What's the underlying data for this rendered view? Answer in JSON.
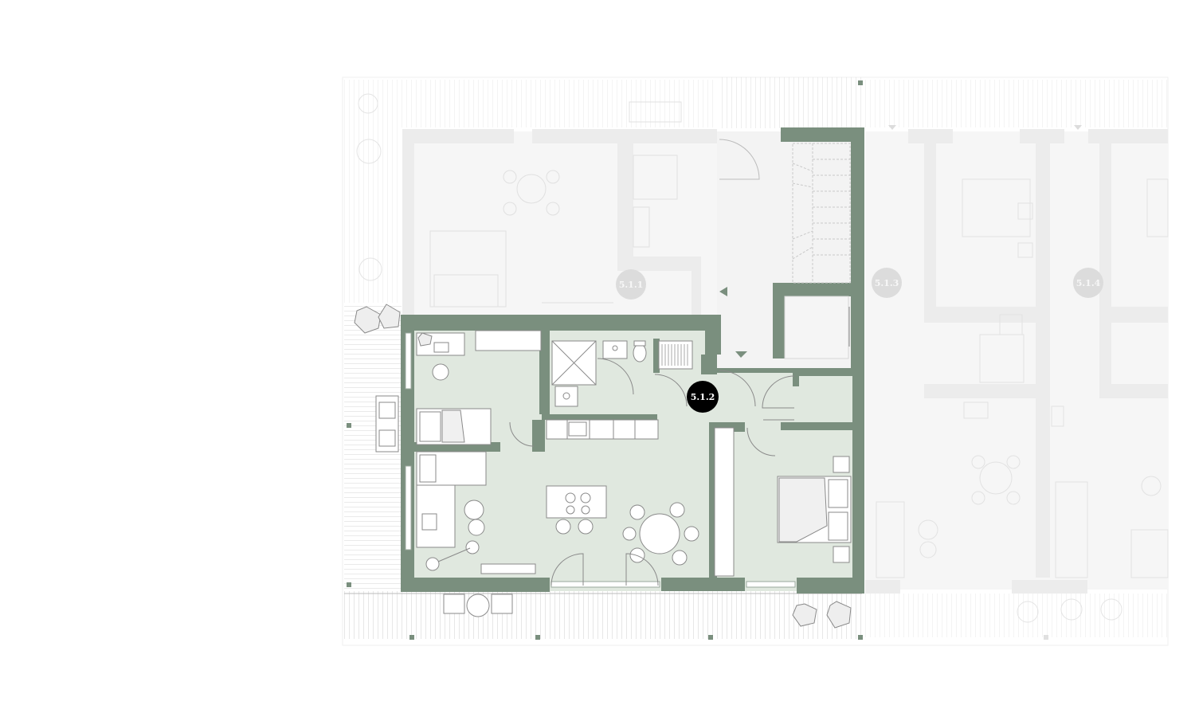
{
  "plan": {
    "units": [
      {
        "id": "unit-511",
        "label": "5.1.1",
        "active": false
      },
      {
        "id": "unit-512",
        "label": "5.1.2",
        "active": true
      },
      {
        "id": "unit-513",
        "label": "5.1.3",
        "active": false
      },
      {
        "id": "unit-514",
        "label": "5.1.4",
        "active": false
      }
    ],
    "colors": {
      "wall_active": "#7a8f7e",
      "floor_active": "#e0e8df",
      "wall_inactive": "#ececec",
      "floor_inactive": "#f6f6f6",
      "line_inactive": "#e2e2e2",
      "label_active_bg": "#000000",
      "label_active_text": "#ffffff",
      "label_inactive_bg": "#dcdcdc",
      "label_inactive_text": "#f7f7f7",
      "furniture_line": "#8a8a8a"
    }
  }
}
